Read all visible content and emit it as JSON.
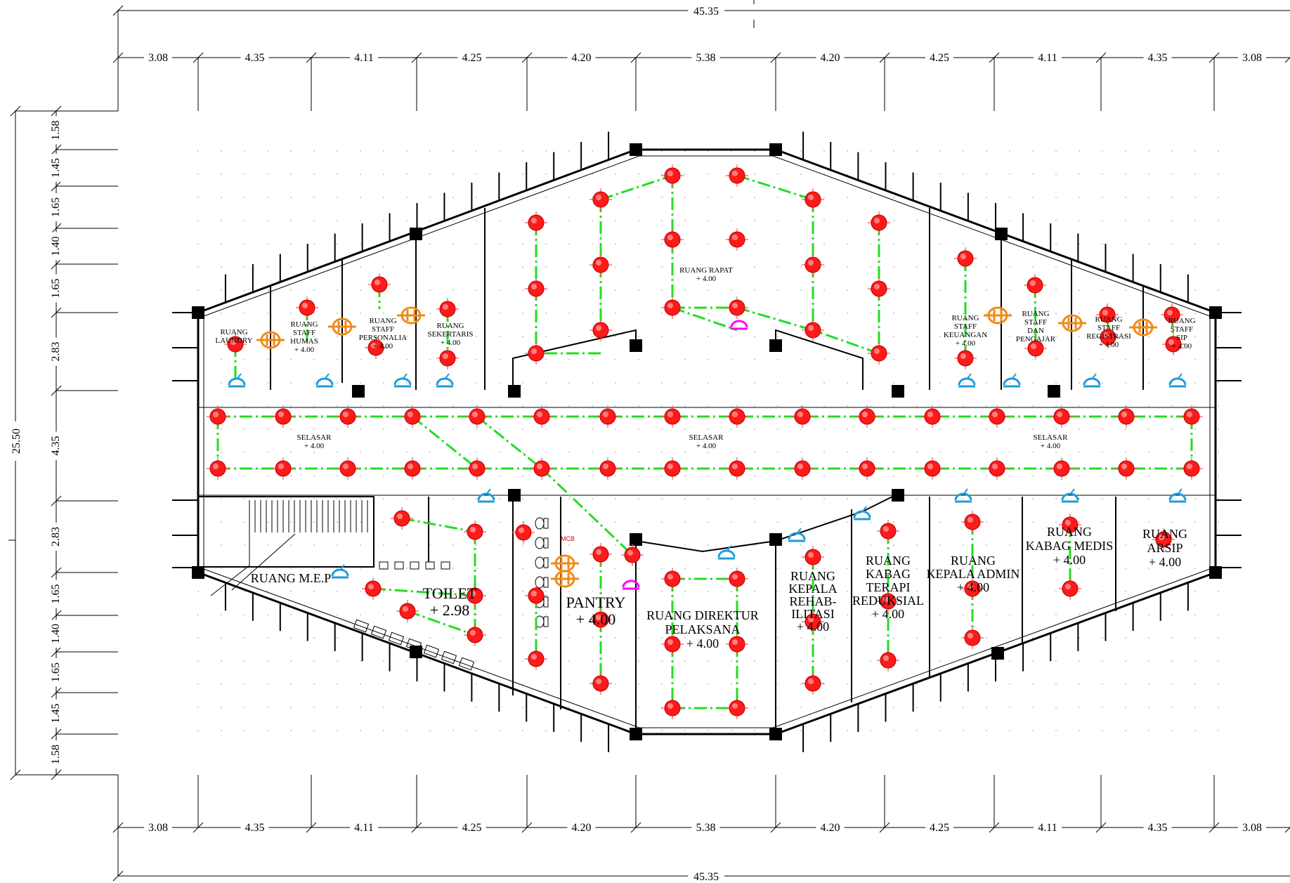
{
  "dimensions": {
    "top_total": "45.35",
    "bottom_total": "45.35",
    "left_total": "25.50",
    "top": [
      "3.08",
      "4.35",
      "4.11",
      "4.25",
      "4.20",
      "5.38",
      "4.20",
      "4.25",
      "4.11",
      "4.35",
      "3.08"
    ],
    "bottom": [
      "3.08",
      "4.35",
      "4.11",
      "4.25",
      "4.20",
      "5.38",
      "4.20",
      "4.25",
      "4.11",
      "4.35",
      "3.08"
    ],
    "left": [
      "1.58",
      "1.45",
      "1.65",
      "1.40",
      "1.65",
      "2.83",
      "4.35",
      "2.83",
      "1.65",
      "1.40",
      "1.65",
      "1.45",
      "1.58"
    ]
  },
  "rooms": {
    "laundry": [
      "RUANG",
      "LAUNDRY"
    ],
    "humas": [
      "RUANG",
      "STAFF",
      "HUMAS",
      "+ 4.00"
    ],
    "personalia": [
      "RUANG",
      "STAFF",
      "PERSONALIA",
      "+ 4.00"
    ],
    "sekretaris": [
      "RUANG",
      "SEKERTARIS",
      "+ 4.00"
    ],
    "rapat": [
      "RUANG RAPAT",
      "+ 4.00"
    ],
    "keuangan": [
      "RUANG",
      "STAFF",
      "KEUANGAN",
      "+ 4.00"
    ],
    "pengajar": [
      "RUANG",
      "STAFF",
      "DAN",
      "PENGAJAR"
    ],
    "registrasi": [
      "RUANG",
      "STAFF",
      "REGISTRASI",
      "+ 4.00"
    ],
    "staff_right": [
      "RUANG",
      "STAFF",
      "SIP",
      "+ 4.00"
    ],
    "selasar_left": [
      "SELASAR",
      "+ 4.00"
    ],
    "selasar_mid": [
      "SELASAR",
      "+ 4.00"
    ],
    "selasar_right": [
      "SELASAR",
      "+ 4.00"
    ],
    "mep": "RUANG M.E.P",
    "toilet": [
      "TOILET",
      "+ 2.98"
    ],
    "pantry": [
      "PANTRY",
      "+ 4.00"
    ],
    "direktur": [
      "RUANG DIREKTUR",
      "PELAKSANA",
      "+ 4.00"
    ],
    "rehab": [
      "RUANG",
      "KEPALA",
      "REHAB-",
      "ILITASI",
      "+ 4.00"
    ],
    "kabag_terapi": [
      "RUANG",
      "KABAG",
      "TERAPI",
      "REDUKSIAL",
      "+ 4.00"
    ],
    "kepala_admin": [
      "RUANG",
      "KEPALA ADMIN",
      "+ 4.00"
    ],
    "kabag_medis": [
      "RUANG",
      "KABAG MEDIS",
      "+ 4.00"
    ],
    "arsip": [
      "RUANG",
      "ARSIP",
      "+ 4.00"
    ]
  },
  "labels": {
    "mcb": "MCB"
  },
  "colors": {
    "wall": "#000000",
    "lamp": "#ff1a1a",
    "wiring": "#22dd22",
    "switch": "#1f9bd8",
    "fan": "#f08a1a",
    "special": "#ff00ff"
  },
  "legend_icons": [
    "lamp-icon",
    "switch-icon",
    "ceiling-fan-icon",
    "outlet-icon"
  ]
}
